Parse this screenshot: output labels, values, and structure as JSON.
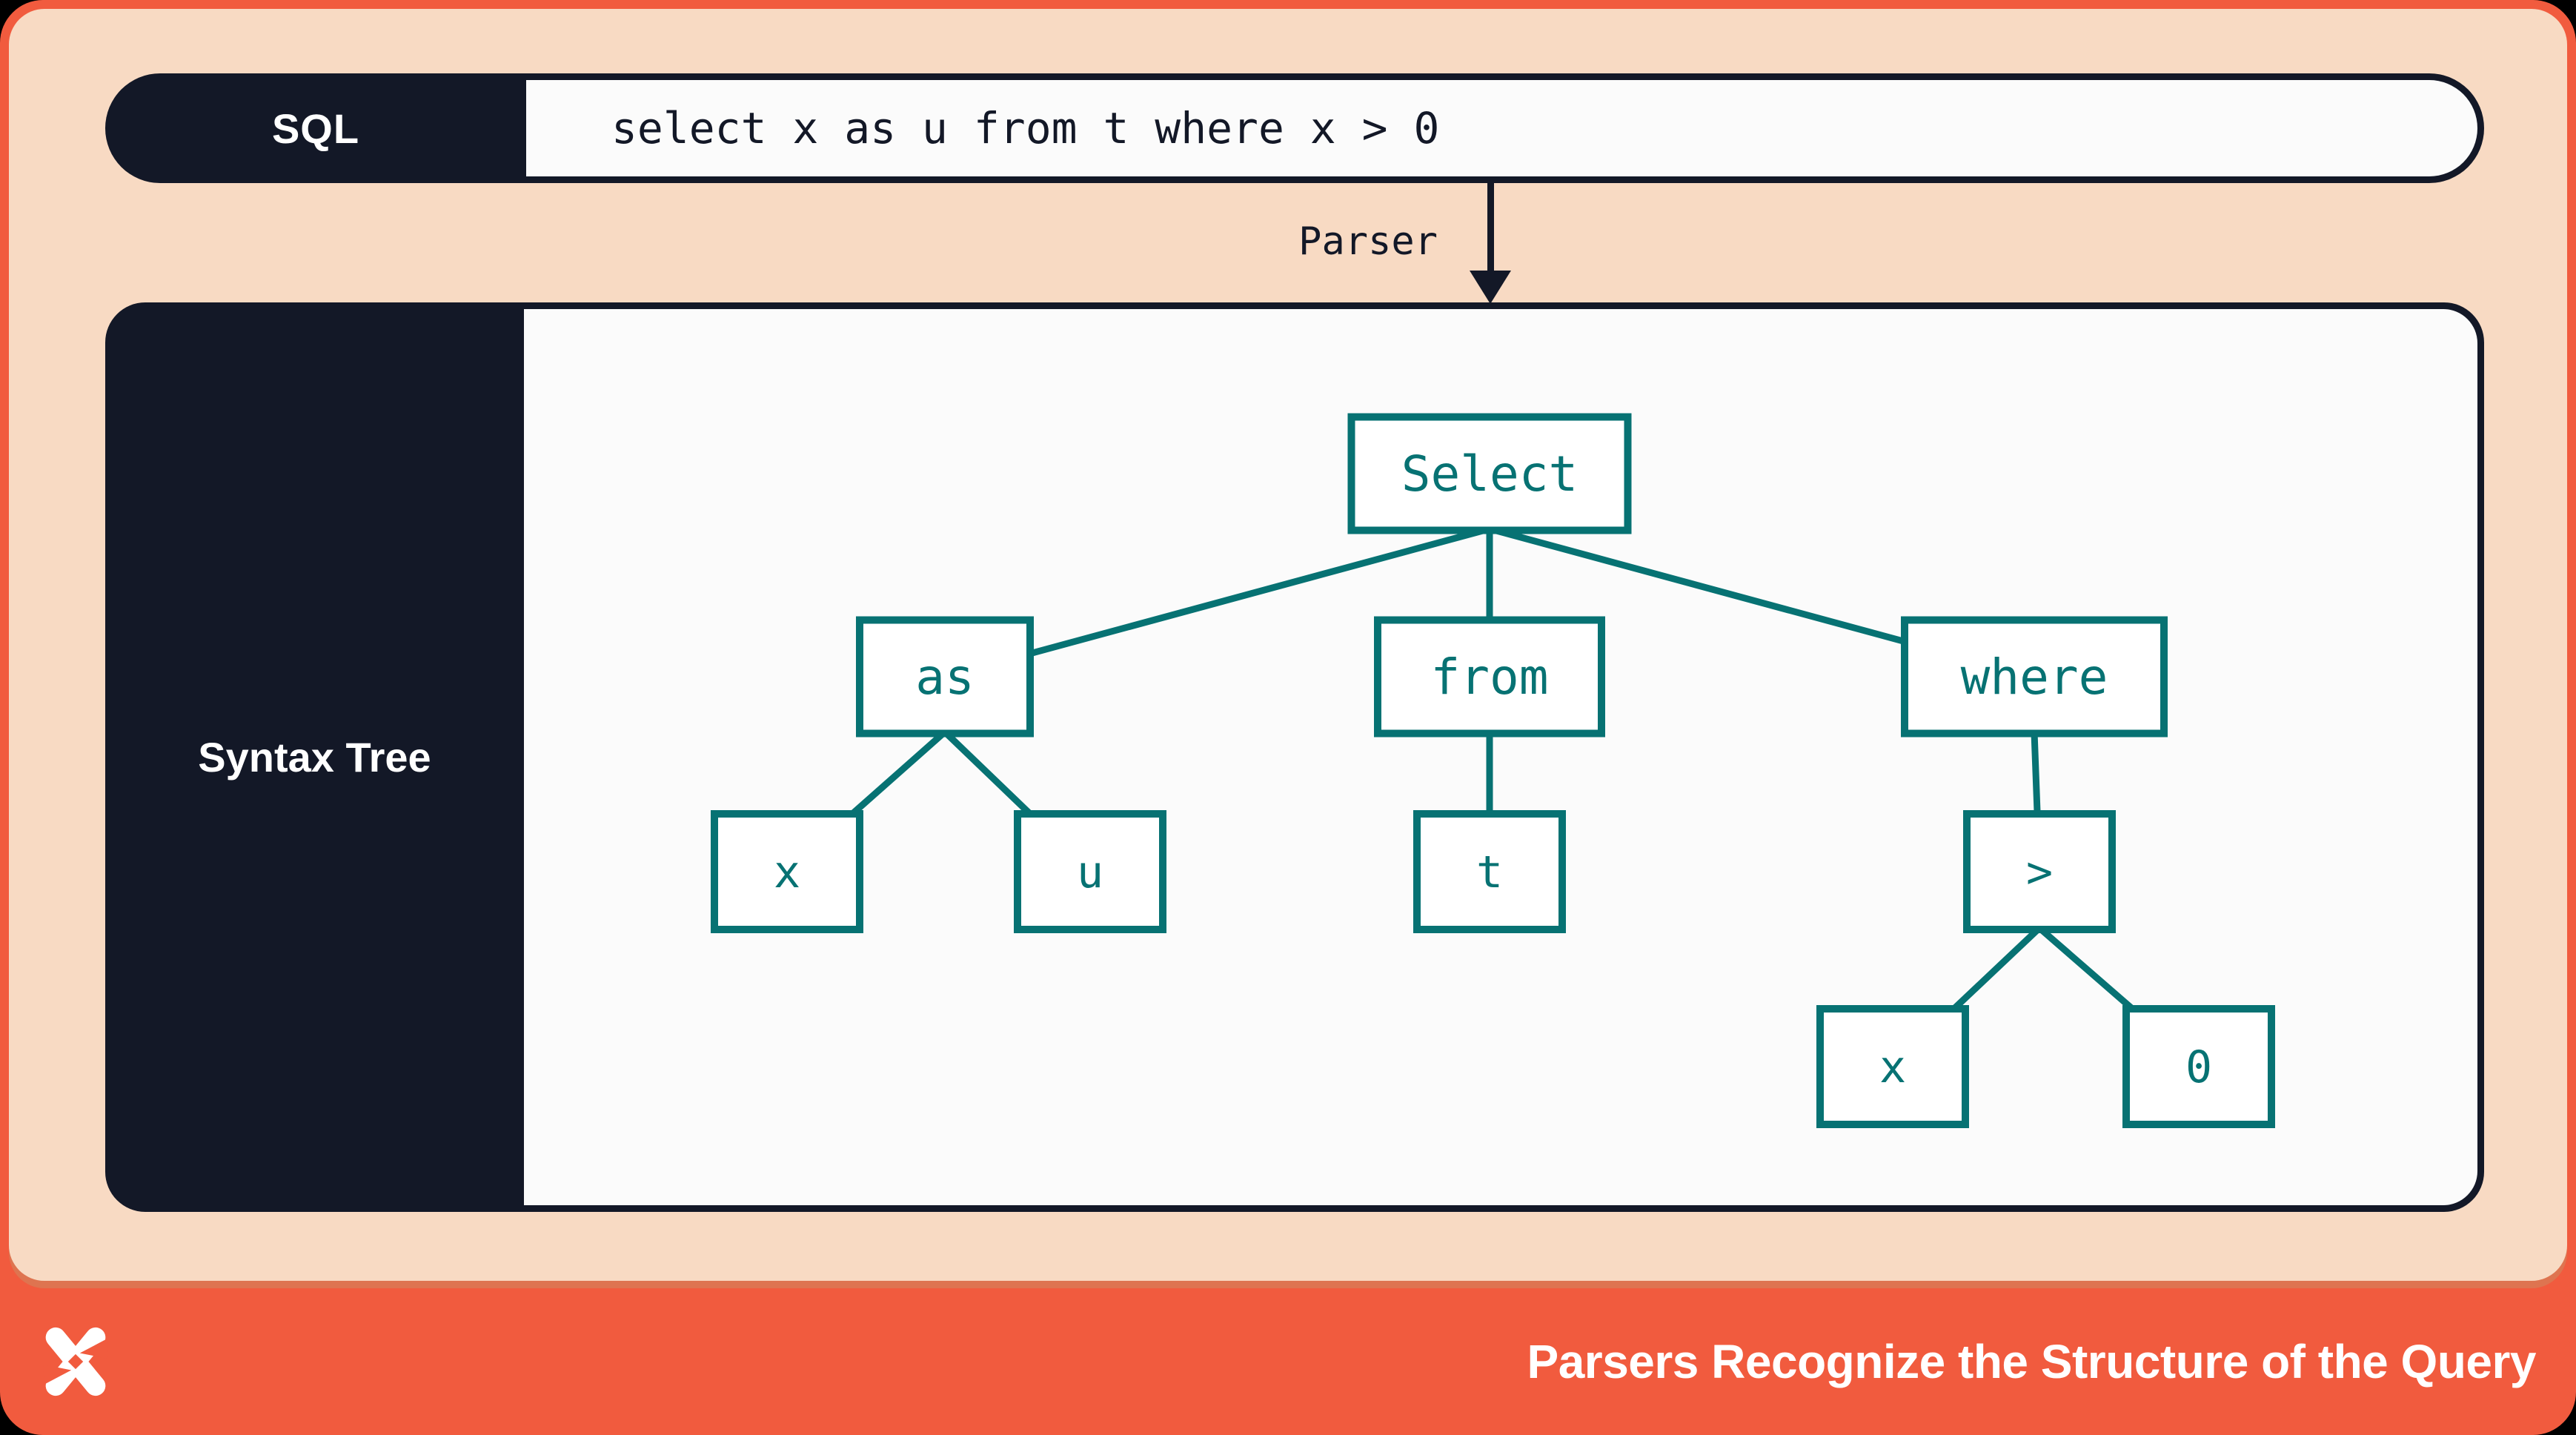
{
  "colors": {
    "accent_orange": "#f15b3e",
    "peach": "#f8dac3",
    "navy": "#131827",
    "teal": "#077273",
    "rim": "#de7450",
    "content_white": "#fbfbfb",
    "node_white": "#ffffff"
  },
  "sql_bar": {
    "label": "SQL",
    "query": "select x as u from t where x > 0"
  },
  "parser": {
    "label": "Parser"
  },
  "syntax_tree": {
    "panel_label": "Syntax Tree",
    "tree": {
      "label": "Select",
      "children": [
        {
          "label": "as",
          "children": [
            {
              "label": "x",
              "children": []
            },
            {
              "label": "u",
              "children": []
            }
          ]
        },
        {
          "label": "from",
          "children": [
            {
              "label": "t",
              "children": []
            }
          ]
        },
        {
          "label": "where",
          "children": [
            {
              "label": ">",
              "children": [
                {
                  "label": "x",
                  "children": []
                },
                {
                  "label": "0",
                  "children": []
                }
              ]
            }
          ]
        }
      ]
    }
  },
  "footer": {
    "title": "Parsers Recognize the Structure of the Query",
    "logo": "dx-pinwheel-logo"
  }
}
